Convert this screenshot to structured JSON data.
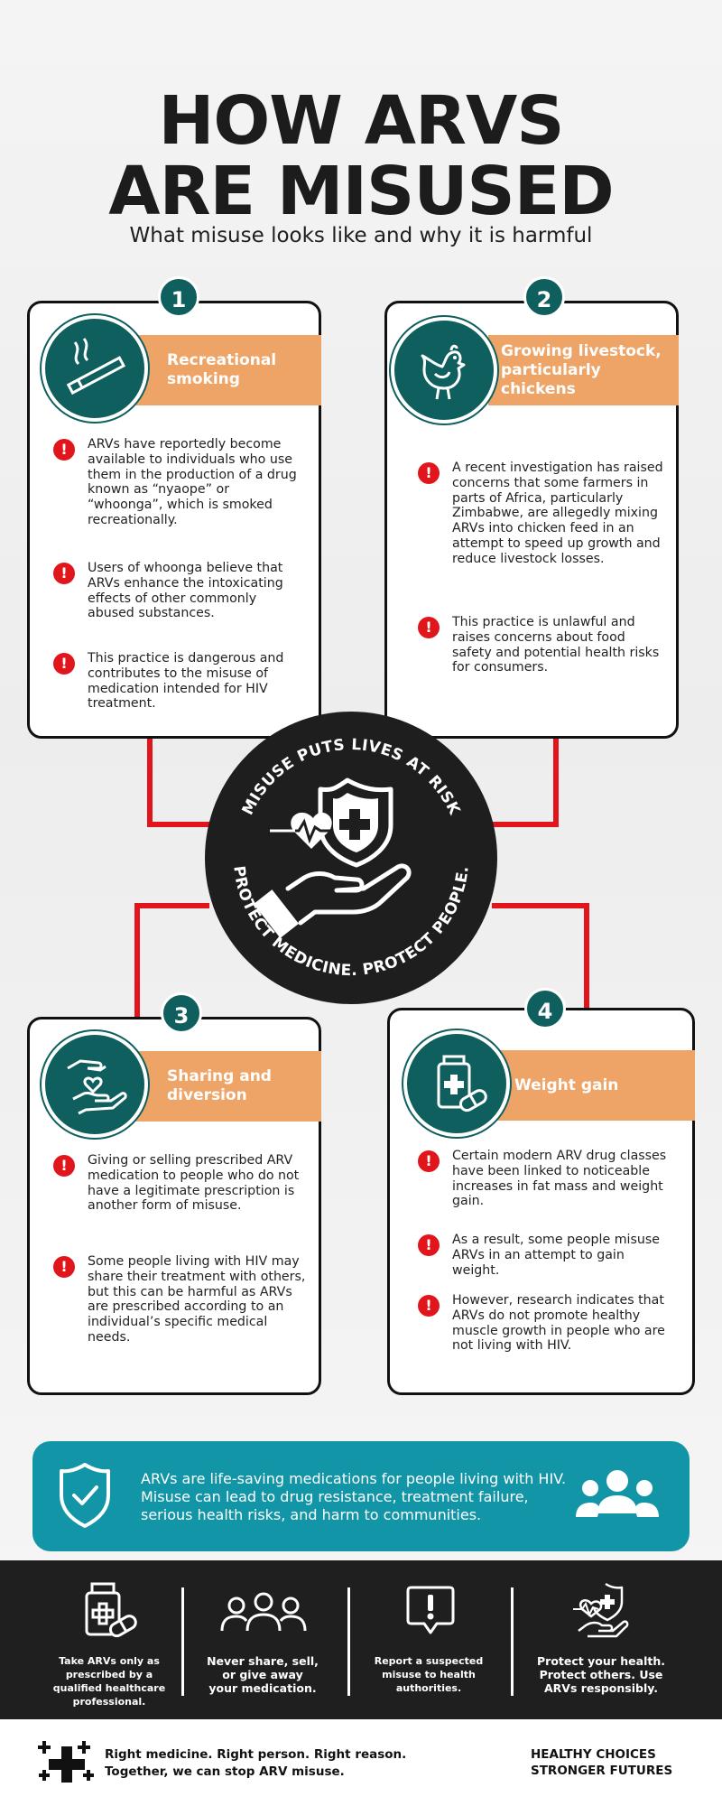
{
  "header": {
    "title_line1": "HOW ARVS",
    "title_line2": "ARE MISUSED",
    "subtitle": "What misuse looks like and why it is harmful"
  },
  "cards": [
    {
      "number": "1",
      "title_line1": "Recreational",
      "title_line2": "smoking",
      "icon": "cigarette-icon",
      "bullets": [
        "ARVs have reportedly become available to individuals who use them in the production of a drug known as “nyaope” or “whoonga”, which is smoked recreationally.",
        "Users of whoonga believe that ARVs enhance the intoxicating effects of other commonly abused substances.",
        "This practice is dangerous and contributes to the misuse of medication intended for HIV treatment."
      ]
    },
    {
      "number": "2",
      "title_line1": "Growing livestock,",
      "title_line2": "particularly",
      "title_line3": "chickens",
      "icon": "chicken-icon",
      "bullets": [
        "A recent investigation has raised concerns that some farmers in parts of Africa, particularly Zimbabwe, are allegedly mixing ARVs into chicken feed in an attempt to speed up growth and reduce livestock losses.",
        "This practice is unlawful and raises concerns about food safety and potential health risks for consumers."
      ]
    },
    {
      "number": "3",
      "title_line1": "Sharing and",
      "title_line2": "diversion",
      "icon": "hands-sharing-icon",
      "bullets": [
        "Giving or selling prescribed ARV medication to people who do not have a legitimate prescription is another form of misuse.",
        "Some people living with HIV may share their treatment with others, but this can be harmful as ARVs are prescribed according to an individual’s specific medical needs."
      ]
    },
    {
      "number": "4",
      "title_line1": "Weight gain",
      "icon": "medicine-bottle-icon",
      "bullets": [
        "Certain modern ARV drug classes have been linked to noticeable increases in fat mass and weight gain.",
        "As a result, some people misuse ARVs in an attempt to gain weight.",
        "However, research indicates that ARVs do not promote healthy muscle growth in people who are not living with HIV."
      ]
    }
  ],
  "badge": {
    "top_text": "MISUSE PUTS LIVES AT RISK",
    "bottom_text": "PROTECT MEDICINE. PROTECT PEOPLE.",
    "icon": "shield-heart-hand-icon"
  },
  "banner": {
    "text": "ARVs are life-saving medications for people living with HIV. Misuse can lead to drug resistance, treatment failure, serious health risks, and harm to communities.",
    "left_icon": "shield-check-icon",
    "right_icon": "people-group-icon"
  },
  "tips": [
    {
      "icon": "pill-bottle-icon",
      "lines": [
        "Take ARVs only as",
        "prescribed by a",
        "qualified healthcare",
        "professional."
      ]
    },
    {
      "icon": "three-people-icon",
      "lines": [
        "Never share, sell,",
        "or give away",
        "your medication."
      ]
    },
    {
      "icon": "report-alert-icon",
      "lines": [
        "Report a suspected",
        "misuse to health",
        "authorities."
      ]
    },
    {
      "icon": "protect-hand-icon",
      "lines": [
        "Protect your health.",
        "Protect others. Use",
        "ARVs responsibly."
      ]
    }
  ],
  "footer": {
    "line1": "Right medicine. Right person. Right reason.",
    "line2": "Together, we can stop ARV misuse.",
    "right_line1": "HEALTHY CHOICES",
    "right_line2": "STRONGER FUTURES",
    "logo_icon": "medical-crosses-icon"
  },
  "colors": {
    "teal": "#0f5f5f",
    "orange": "#efa467",
    "red": "#e0161c",
    "banner": "#1295a6",
    "dark": "#1f1f1f"
  }
}
